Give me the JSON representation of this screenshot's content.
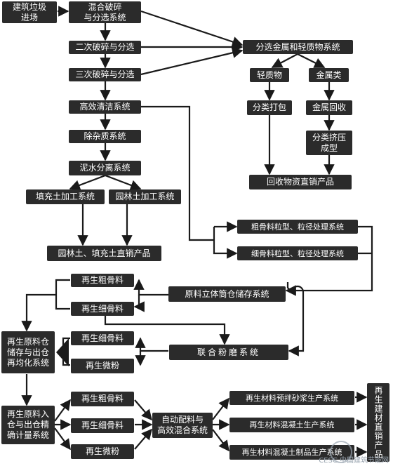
{
  "nodes": {
    "n01": "建筑垃圾\n进场",
    "n02": "混合破碎\n与分选系统",
    "n03": "二次破碎与分选",
    "n04": "三次破碎与分选",
    "n05": "分选金属和轻质物系统",
    "n06": "轻质物",
    "n07": "金属类",
    "n08": "分类打包",
    "n09": "金属回收",
    "n10": "分类挤压\n成型",
    "n11": "回收物资直销产品",
    "n12": "高效清洁系统",
    "n13": "除杂质系统",
    "n14": "泥水分离系统",
    "n15": "填充土加工系统",
    "n16": "园林土加工系统",
    "n17": "园林土、填充土直销产品",
    "n18": "粗骨料粒型、粒径处理系统",
    "n19": "细骨料粒型、粒径处理系统",
    "n20": "原料立体筒仓储存系统",
    "n21": "再生粗骨料",
    "n22": "再生细骨料",
    "n23": "再生原料仓\n储存与出仓\n再均化系统",
    "n24": "再生细骨料",
    "n25": "联合粉磨系统",
    "n26": "再生微粉",
    "n27": "再生原料入\n仓与出仓精\n确计量系统",
    "n28": "再生粗骨料",
    "n29": "再生细骨料",
    "n30": "再生微粉",
    "n31": "自动配料与\n高效混合系统",
    "n32": "再生材料预拌砂浆生产系统",
    "n33": "再生材料混凝土生产系统",
    "n34": "再生材料混凝土制品生产系统",
    "n35": "再生建材直销产品"
  },
  "watermark": "CESC 中国建筑节能网"
}
